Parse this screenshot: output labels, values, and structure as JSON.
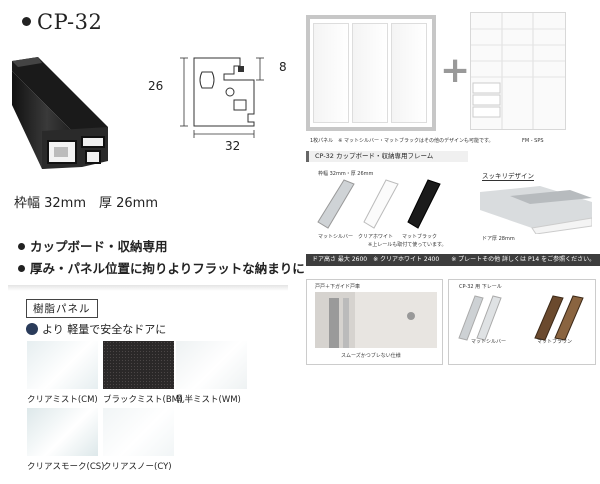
{
  "product": {
    "code": "CP-32",
    "dims": {
      "height": "26",
      "width": "32",
      "depth": "8"
    },
    "size_text": "枠幅 32mm　厚 26mm"
  },
  "features": [
    "カップボード・収納専用",
    "厚み・パネル位置に拘りよりフラットな納まりに"
  ],
  "resin": {
    "heading": "樹脂パネル",
    "hint": "より 軽量で安全なドアに",
    "swatches": [
      {
        "label": "クリアミスト(CM)",
        "color": "#e6eef0"
      },
      {
        "label": "ブラックミスト(BM)",
        "color": "#2a2828"
      },
      {
        "label": "乳半ミスト(WM)",
        "color": "#eef2f3"
      },
      {
        "label": "クリアスモーク(CS)",
        "color": "#dde8ea"
      },
      {
        "label": "クリアスノー(CY)",
        "color": "#f1f5f6"
      }
    ]
  },
  "right": {
    "door_caption": "1枚パネル　※ マットシルバー・マットブラックはその他のデザインも可能です。",
    "shelf_caption": "FM - SPS",
    "section_title": "CP-32 カップボード・収納専用フレーム",
    "frame_spec": "枠幅 32mm・厚 26mm",
    "colors": [
      "マットシルバー",
      "クリアホワイト",
      "マットブラック"
    ],
    "note": "※上レールも取付て使っています。",
    "sukkiri": "スッキリデザイン",
    "door_thickness": "ドア厚 28mm",
    "bar_text": "ドア高さ 最大 2600　※ クリアホワイト 2400　　※ プレートその他 詳しくは P14 をご参照ください。",
    "box1_title": "戸戸＋下ガイド戸車",
    "box1_caption": "スムーズかつブレない仕様",
    "box2_title": "CP-32 用 下レール",
    "rail_colors": [
      "マットシルバー",
      "マットブラウン"
    ]
  }
}
